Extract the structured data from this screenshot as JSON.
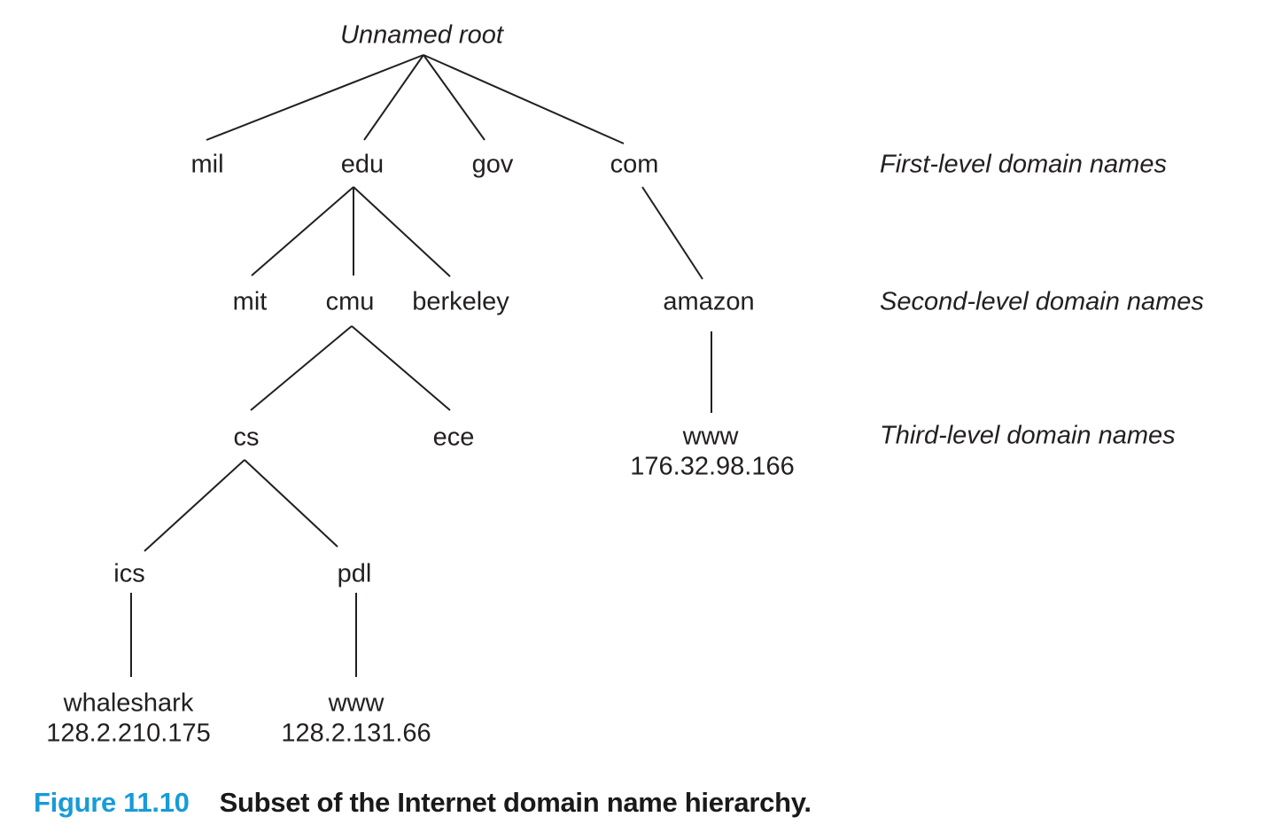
{
  "page": {
    "background_color": "#ffffff",
    "text_color": "#231f20",
    "line_color": "#231f20",
    "caption_accent_color": "#189bd7"
  },
  "tree": {
    "root": {
      "label": "Unnamed root"
    },
    "first_level": [
      {
        "label": "mil"
      },
      {
        "label": "edu"
      },
      {
        "label": "gov"
      },
      {
        "label": "com"
      }
    ],
    "second_level": [
      {
        "label": "mit"
      },
      {
        "label": "cmu"
      },
      {
        "label": "berkeley"
      },
      {
        "label": "amazon"
      }
    ],
    "third_level": [
      {
        "label": "cs"
      },
      {
        "label": "ece"
      },
      {
        "label": "www",
        "ip": "176.32.98.166"
      }
    ],
    "fourth_level": [
      {
        "label": "ics"
      },
      {
        "label": "pdl"
      }
    ],
    "leaf_hosts": [
      {
        "label": "whaleshark",
        "ip": "128.2.210.175"
      },
      {
        "label": "www",
        "ip": "128.2.131.66"
      }
    ]
  },
  "annotations": {
    "levels": [
      {
        "label": "First-level domain names"
      },
      {
        "label": "Second-level domain names"
      },
      {
        "label": "Third-level domain names"
      }
    ]
  },
  "caption": {
    "number": "Figure 11.10",
    "text": "Subset of the Internet domain name hierarchy."
  }
}
